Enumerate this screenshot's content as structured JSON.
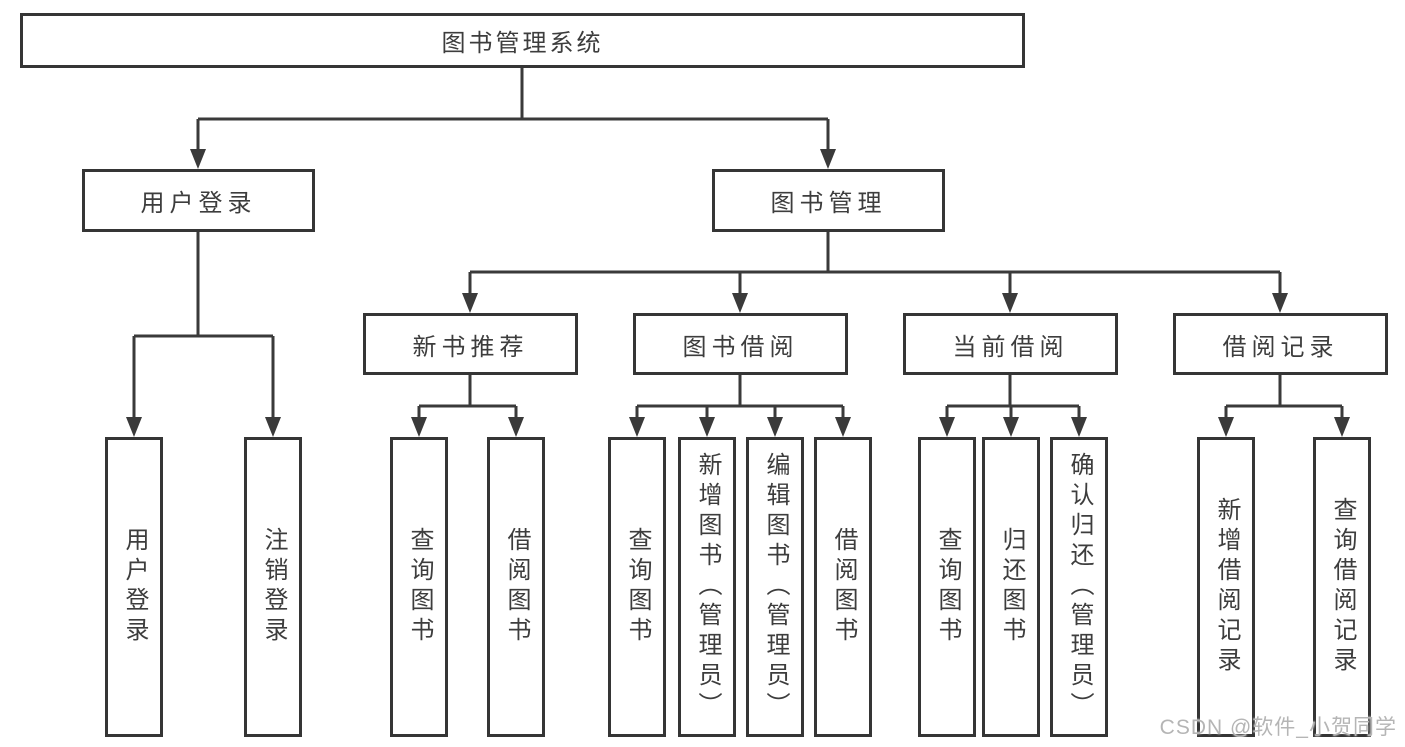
{
  "diagram": {
    "root": {
      "label": "图书管理系统"
    },
    "branches": [
      {
        "label": "用户登录",
        "children": [
          {
            "label": "用户登录"
          },
          {
            "label": "注销登录"
          }
        ]
      },
      {
        "label": "图书管理",
        "children": [
          {
            "label": "新书推荐",
            "children": [
              {
                "label": "查询图书"
              },
              {
                "label": "借阅图书"
              }
            ]
          },
          {
            "label": "图书借阅",
            "children": [
              {
                "label": "查询图书"
              },
              {
                "label": "新增图书（管理员）"
              },
              {
                "label": "编辑图书（管理员）"
              },
              {
                "label": "借阅图书"
              }
            ]
          },
          {
            "label": "当前借阅",
            "children": [
              {
                "label": "查询图书"
              },
              {
                "label": "归还图书"
              },
              {
                "label": "确认归还（管理员）"
              }
            ]
          },
          {
            "label": "借阅记录",
            "children": [
              {
                "label": "新增借阅记录"
              },
              {
                "label": "查询借阅记录"
              }
            ]
          }
        ]
      }
    ]
  },
  "watermark": {
    "text": "CSDN @软件_小贺同学"
  },
  "colors": {
    "line": "#3a3a3a",
    "border": "#353535",
    "text": "#3d3d3d",
    "background": "#ffffff",
    "watermark": "#b5b5b5"
  }
}
